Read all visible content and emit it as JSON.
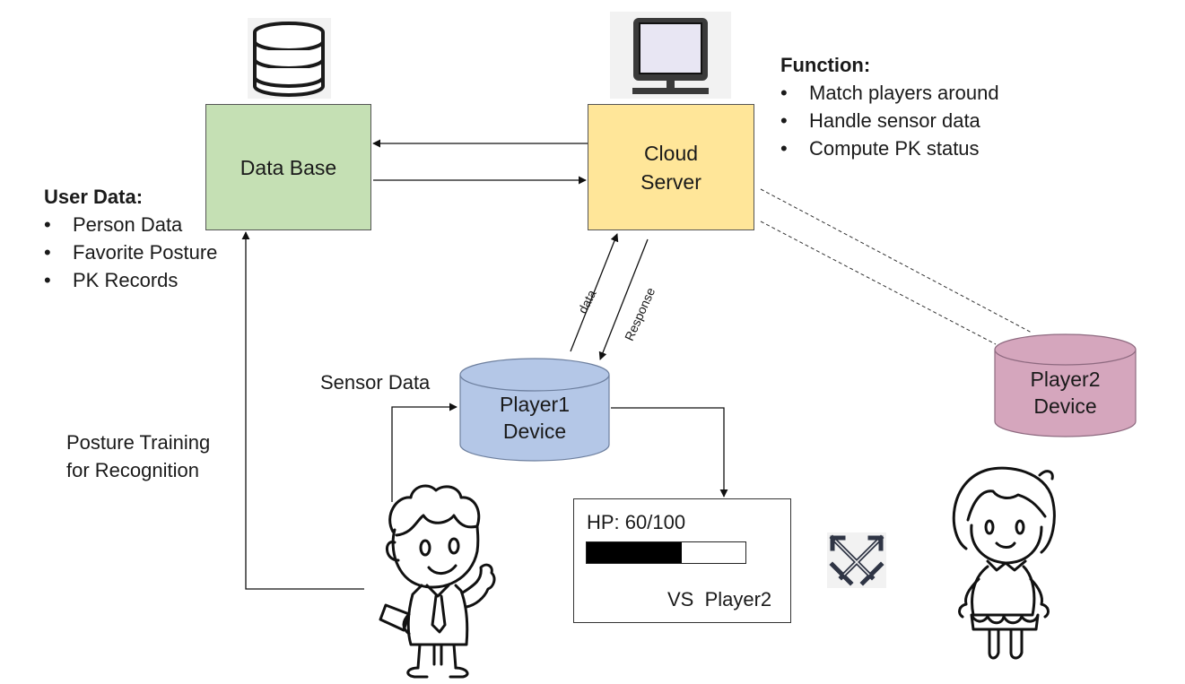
{
  "nodes": {
    "database": {
      "label": "Data Base",
      "color": "#c5e0b4"
    },
    "cloud_server": {
      "label": "Cloud\nServer",
      "color": "#ffe699"
    },
    "player1_device": {
      "label": "Player1\nDevice",
      "color": "#b4c7e7"
    },
    "player2_device": {
      "label": "Player2\nDevice",
      "color": "#d5a6bd"
    }
  },
  "function_info": {
    "title": "Function:",
    "items": [
      "Match players around",
      "Handle sensor data",
      "Compute PK status"
    ]
  },
  "user_data_info": {
    "title": "User Data:",
    "items": [
      "Person Data",
      "Favorite Posture",
      "PK Records"
    ]
  },
  "edge_labels": {
    "sensor_data": "Sensor Data",
    "posture_training": "Posture Training\nfor Recognition",
    "data": "data",
    "response": "Response"
  },
  "hp_panel": {
    "hp_text": "HP: 60/100",
    "hp_fraction": 0.6,
    "vs_text": "VS  Player2"
  },
  "icons": {
    "database": "database-icon",
    "monitor": "monitor-icon",
    "swords": "crossed-swords-icon",
    "player1": "boy-player-icon",
    "player2": "girl-player-icon"
  }
}
